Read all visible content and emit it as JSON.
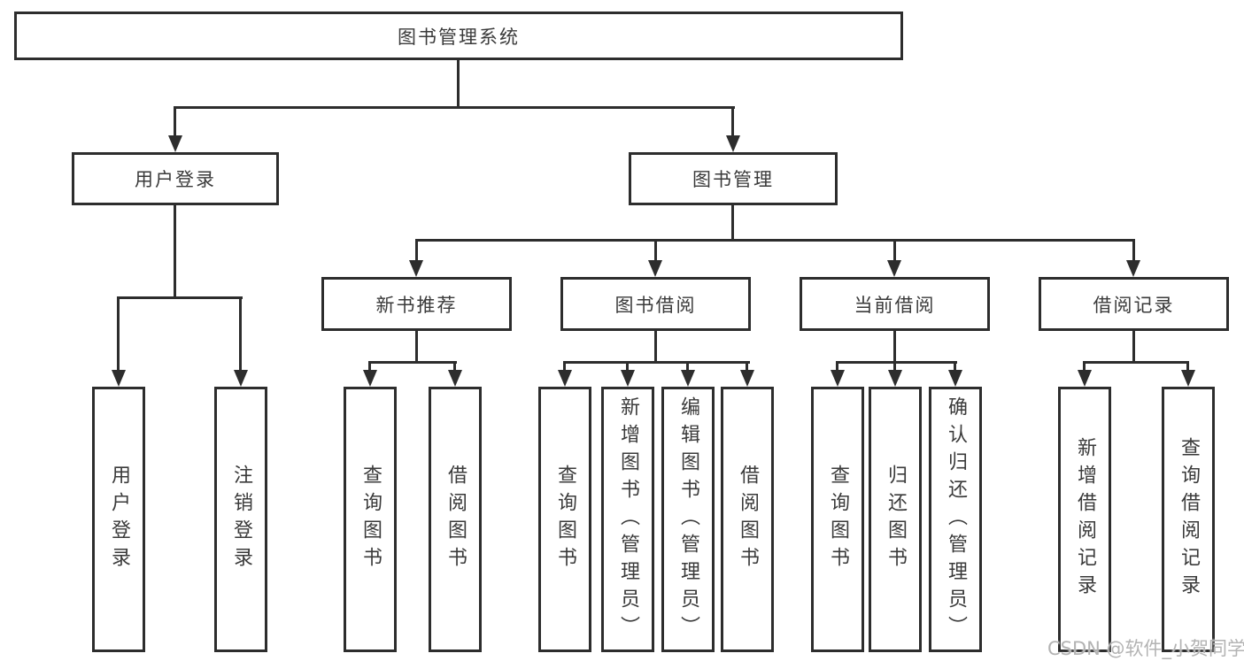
{
  "diagram": {
    "root": {
      "label": "图书管理系统"
    },
    "level2": [
      {
        "label": "用户登录"
      },
      {
        "label": "图书管理"
      }
    ],
    "level3": [
      {
        "label": "新书推荐"
      },
      {
        "label": "图书借阅"
      },
      {
        "label": "当前借阅"
      },
      {
        "label": "借阅记录"
      }
    ],
    "leaves": {
      "user_login": [
        {
          "label": "用户登录"
        },
        {
          "label": "注销登录"
        }
      ],
      "new_books": [
        {
          "label": "查询图书"
        },
        {
          "label": "借阅图书"
        }
      ],
      "book_borrow": [
        {
          "label": "查询图书"
        },
        {
          "label": "新增图书（管理员）"
        },
        {
          "label": "编辑图书（管理员）"
        },
        {
          "label": "借阅图书"
        }
      ],
      "current_borrow": [
        {
          "label": "查询图书"
        },
        {
          "label": "归还图书"
        },
        {
          "label": "确认归还（管理员）"
        }
      ],
      "borrow_records": [
        {
          "label": "新增借阅记录"
        },
        {
          "label": "查询借阅记录"
        }
      ]
    },
    "watermark": "CSDN @软件_小贺同学",
    "colors": {
      "line": "#2d2d2d",
      "text": "#3a3a3a",
      "box_bg": "#ffffff",
      "watermark": "#b3b3b3"
    }
  }
}
